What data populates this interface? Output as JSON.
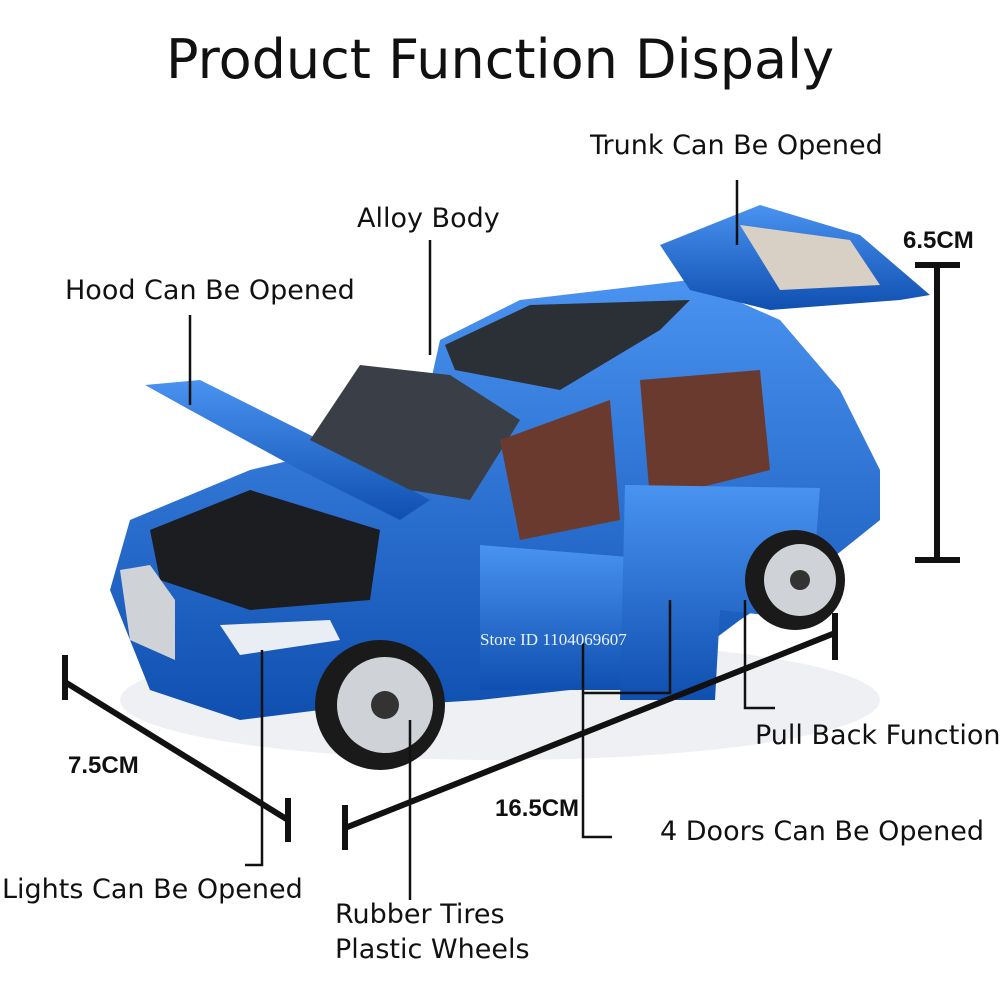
{
  "title": "Product Function Dispaly",
  "labels": {
    "trunk": "Trunk Can Be Opened",
    "alloy": "Alloy Body",
    "hood": "Hood Can Be Opened",
    "pull_back": "Pull Back Function",
    "doors": "4 Doors Can Be Opened",
    "lights": "Lights Can Be Opened",
    "tires_line1": "Rubber Tires",
    "tires_line2": "Plastic Wheels"
  },
  "dimensions": {
    "height": "6.5CM",
    "width": "7.5CM",
    "length": "16.5CM"
  },
  "watermark": "Store ID 1104069607",
  "colors": {
    "car_body": "#1f6fd6",
    "interior": "#6b3a2e",
    "line": "#111111"
  }
}
